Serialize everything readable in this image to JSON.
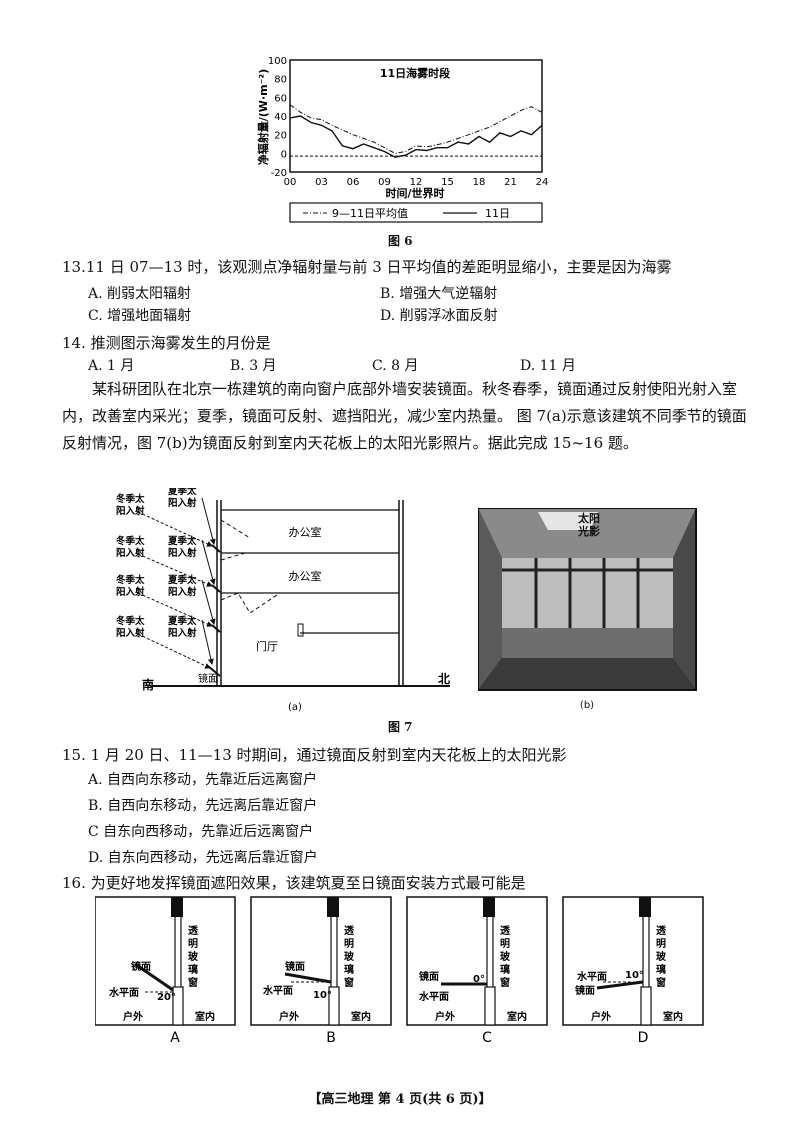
{
  "fig6": {
    "title": "11日海雾时段",
    "ylabel": "净辐射量/(W·m⁻²)",
    "xlabel": "时间/世界时",
    "legend": [
      "9—11日平均值",
      "11日"
    ],
    "caption": "图 6",
    "chart_data": {
      "type": "line",
      "title": "11日海雾时段",
      "xlabel": "时间/世界时",
      "ylabel": "净辐射量/(W·m⁻²)",
      "xlim": [
        0,
        24
      ],
      "ylim": [
        -20,
        100
      ],
      "x_ticks": [
        "00",
        "03",
        "06",
        "09",
        "12",
        "15",
        "18",
        "21",
        "24"
      ],
      "y_ticks": [
        "100",
        "80",
        "60",
        "40",
        "20",
        "0",
        "-20"
      ],
      "series": [
        {
          "name": "9—11日平均值",
          "style": "dash-dot",
          "x": [
            0,
            1,
            2,
            3,
            4,
            5,
            6,
            7,
            8,
            9,
            10,
            11,
            12,
            13,
            14,
            15,
            16,
            17,
            18,
            19,
            20,
            21,
            22,
            23,
            24
          ],
          "y": [
            52,
            44,
            38,
            36,
            30,
            25,
            20,
            16,
            12,
            6,
            0,
            2,
            8,
            7,
            9,
            12,
            16,
            20,
            24,
            28,
            34,
            40,
            46,
            50,
            44
          ]
        },
        {
          "name": "11日",
          "style": "solid",
          "x": [
            0,
            1,
            2,
            3,
            4,
            5,
            6,
            7,
            8,
            9,
            10,
            11,
            12,
            13,
            14,
            15,
            16,
            17,
            18,
            19,
            20,
            21,
            22,
            23,
            24
          ],
          "y": [
            38,
            40,
            33,
            30,
            24,
            8,
            5,
            10,
            6,
            2,
            -4,
            -2,
            4,
            3,
            6,
            6,
            12,
            10,
            18,
            12,
            22,
            18,
            24,
            20,
            30
          ]
        },
        {
          "name": "",
          "style": "dashed",
          "x": [
            0,
            24
          ],
          "y": [
            -3,
            -3
          ]
        }
      ],
      "grid": false
    }
  },
  "q13": {
    "stem": "13.11 日 07—13 时，该观测点净辐射量与前 3 日平均值的差距明显缩小，主要是因为海雾",
    "A": "A. 削弱太阳辐射",
    "B": "B. 增强大气逆辐射",
    "C": "C. 增强地面辐射",
    "D": "D. 削弱浮冰面反射"
  },
  "q14": {
    "stem": "14. 推测图示海雾发生的月份是",
    "A": "A. 1 月",
    "B": "B. 3 月",
    "C": "C. 8 月",
    "D": "D. 11 月"
  },
  "passage": "某科研团队在北京一栋建筑的南向窗户底部外墙安装镜面。秋冬春季，镜面通过反射使阳光射入室内，改善室内采光；夏季，镜面可反射、遮挡阳光，减少室内热量。 图 7(a)示意该建筑不同季节的镜面反射情况，图 7(b)为镜面反射到室内天花板上的太阳光影照片。据此完成 15~16 题。",
  "fig7a": {
    "winter": "冬季太阳入射",
    "winter_l1": "冬季太",
    "winter_l2": "阳入射",
    "summer_l1": "夏季太",
    "summer_l2": "阳入射",
    "office": "办公室",
    "hall": "门厅",
    "mirror": "镜面",
    "south": "南",
    "north": "北",
    "sub": "(a)"
  },
  "fig7b": {
    "label_l1": "太阳",
    "label_l2": "光影",
    "sub": "(b)"
  },
  "fig7_caption": "图 7",
  "q15": {
    "stem": "15. 1 月 20 日、11—13 时期间，通过镜面反射到室内天花板上的太阳光影",
    "A": "A. 自西向东移动，先靠近后远离窗户",
    "B": "B. 自西向东移动，先远离后靠近窗户",
    "C": "C  自东向西移动，先靠近后远离窗户",
    "D": "D. 自东向西移动，先远离后靠近窗户"
  },
  "q16": {
    "stem": "16. 为更好地发挥镜面遮阳效果，该建筑夏至日镜面安装方式最可能是",
    "glass": [
      "透",
      "明",
      "玻",
      "璃",
      "窗"
    ],
    "mirror": "镜面",
    "horizontal": "水平面",
    "outdoor": "户外",
    "indoor": "室内",
    "A": {
      "angle": "20°",
      "letter": "A"
    },
    "B": {
      "angle": "10°",
      "letter": "B"
    },
    "C": {
      "angle": "0°",
      "letter": "C"
    },
    "D": {
      "angle": "10°",
      "letter": "D"
    }
  },
  "footer": "【高三地理  第 4 页(共 6 页)】"
}
